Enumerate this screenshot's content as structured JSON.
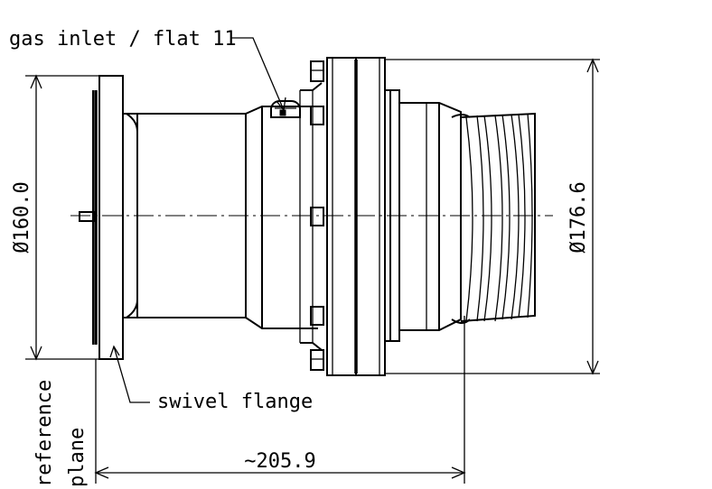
{
  "labels": {
    "gas_inlet": "gas inlet / flat 11",
    "swivel_flange": "swivel flange",
    "reference_plane_line1": "reference",
    "reference_plane_line2": "plane"
  },
  "dimensions": {
    "left_diameter": "Ø160.0",
    "right_diameter": "Ø176.6",
    "overall_length": "~205.9"
  }
}
